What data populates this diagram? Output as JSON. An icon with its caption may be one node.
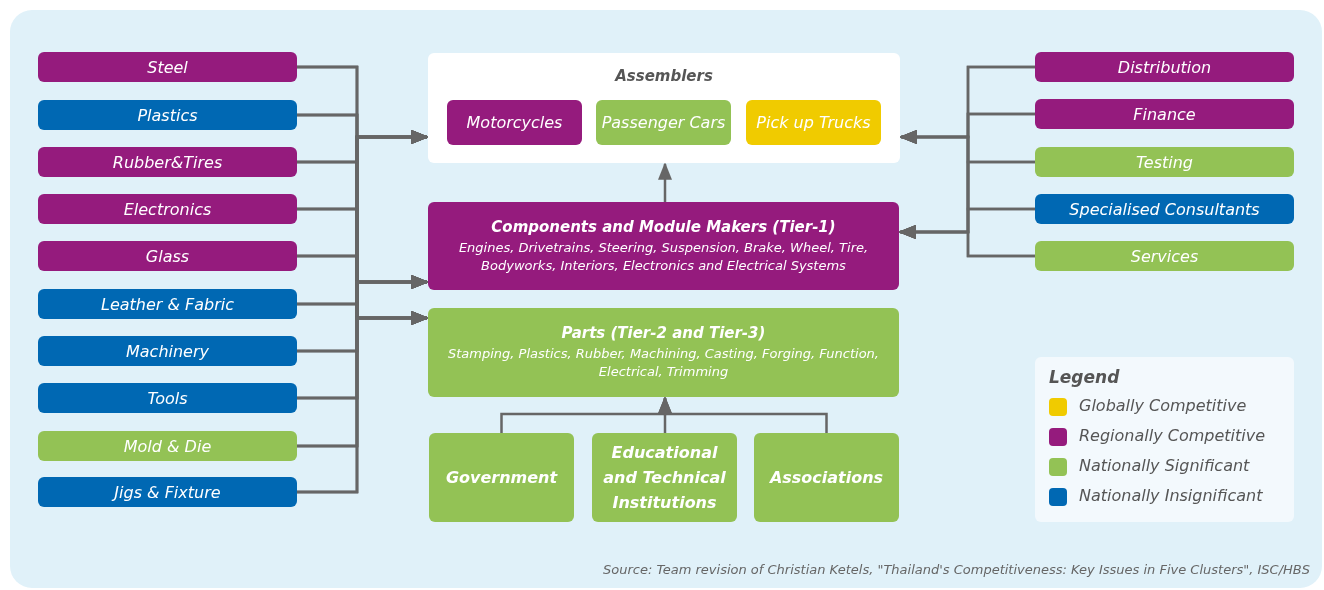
{
  "diagram": {
    "caption": "Source: Team revision of Christian Ketels, \"Thailand's Competitiveness: Key Issues in Five Clusters\", ISC/HBS",
    "nodes": [
      {
        "text": [
          "Steel"
        ]
      },
      {
        "text": [
          "Plastics"
        ]
      },
      {
        "text": [
          "Rubber&Tires"
        ]
      },
      {
        "text": [
          "Electronics"
        ]
      },
      {
        "text": [
          "Glass"
        ]
      },
      {
        "text": [
          "Leather & Fabric"
        ]
      },
      {
        "text": [
          "Machinery"
        ]
      },
      {
        "text": [
          "Tools"
        ]
      },
      {
        "text": [
          "Mold & Die"
        ]
      },
      {
        "text": [
          "Jigs & Fixture"
        ]
      },
      {
        "text": [
          "Assemblers"
        ]
      },
      {
        "text": [
          "Motorcycles"
        ],
        "in": 10
      },
      {
        "text": [
          "Passenger Cars"
        ],
        "in": 10
      },
      {
        "text": [
          "Pick up Trucks"
        ],
        "in": 10
      },
      {
        "text": [
          "Components and Module Makers (Tier-1)",
          "Engines, Drivetrains, Steering, Suspension, Brake, Wheel, Tire, Bodyworks, Interiors, Electronics and Electrical Systems"
        ]
      },
      {
        "text": [
          "Parts (Tier-2 and Tier-3)",
          "Stamping, Plastics, Rubber, Machining, Casting, Forging, Function, Electrical, Trimming"
        ]
      },
      {
        "text": [
          "Government"
        ]
      },
      {
        "text": [
          "Educational and Technical Institutions"
        ]
      },
      {
        "text": [
          "Associations"
        ]
      },
      {
        "text": [
          "Distribution"
        ]
      },
      {
        "text": [
          "Finance"
        ]
      },
      {
        "text": [
          "Testing"
        ]
      },
      {
        "text": [
          "Specialised Consultants"
        ]
      },
      {
        "text": [
          "Services"
        ]
      }
    ],
    "edges": [
      {
        "from": 14,
        "to": 10,
        "arrow": "to"
      },
      {
        "from": 16,
        "to": 15,
        "arrow": "to"
      },
      {
        "from": 17,
        "to": 15,
        "arrow": "to"
      },
      {
        "from": 18,
        "to": 15,
        "arrow": "to"
      },
      {
        "from": 0,
        "to": 10,
        "arrow": "to"
      },
      {
        "from": 0,
        "to": 14,
        "arrow": "to"
      },
      {
        "from": 0,
        "to": 15,
        "arrow": "to"
      },
      {
        "from": 1,
        "to": 10,
        "arrow": "to"
      },
      {
        "from": 1,
        "to": 14,
        "arrow": "to"
      },
      {
        "from": 1,
        "to": 15,
        "arrow": "to"
      },
      {
        "from": 2,
        "to": 10,
        "arrow": "to"
      },
      {
        "from": 2,
        "to": 14,
        "arrow": "to"
      },
      {
        "from": 2,
        "to": 15,
        "arrow": "to"
      },
      {
        "from": 3,
        "to": 10,
        "arrow": "to"
      },
      {
        "from": 3,
        "to": 14,
        "arrow": "to"
      },
      {
        "from": 3,
        "to": 15,
        "arrow": "to"
      },
      {
        "from": 4,
        "to": 10,
        "arrow": "to"
      },
      {
        "from": 4,
        "to": 14,
        "arrow": "to"
      },
      {
        "from": 4,
        "to": 15,
        "arrow": "to"
      },
      {
        "from": 5,
        "to": 10,
        "arrow": "to"
      },
      {
        "from": 5,
        "to": 14,
        "arrow": "to"
      },
      {
        "from": 5,
        "to": 15,
        "arrow": "to"
      },
      {
        "from": 6,
        "to": 10,
        "arrow": "to"
      },
      {
        "from": 6,
        "to": 14,
        "arrow": "to"
      },
      {
        "from": 6,
        "to": 15,
        "arrow": "to"
      },
      {
        "from": 7,
        "to": 10,
        "arrow": "to"
      },
      {
        "from": 7,
        "to": 14,
        "arrow": "to"
      },
      {
        "from": 7,
        "to": 15,
        "arrow": "to"
      },
      {
        "from": 8,
        "to": 10,
        "arrow": "to"
      },
      {
        "from": 8,
        "to": 14,
        "arrow": "to"
      },
      {
        "from": 8,
        "to": 15,
        "arrow": "to"
      },
      {
        "from": 9,
        "to": 10,
        "arrow": "to"
      },
      {
        "from": 9,
        "to": 14,
        "arrow": "to"
      },
      {
        "from": 9,
        "to": 15,
        "arrow": "to"
      },
      {
        "from": 19,
        "to": 10,
        "arrow": "to"
      },
      {
        "from": 19,
        "to": 14,
        "arrow": "to"
      },
      {
        "from": 20,
        "to": 10,
        "arrow": "to"
      },
      {
        "from": 20,
        "to": 14,
        "arrow": "to"
      },
      {
        "from": 21,
        "to": 10,
        "arrow": "to"
      },
      {
        "from": 21,
        "to": 14,
        "arrow": "to"
      },
      {
        "from": 22,
        "to": 10,
        "arrow": "to"
      },
      {
        "from": 22,
        "to": 14,
        "arrow": "to"
      },
      {
        "from": 23,
        "to": 10,
        "arrow": "to"
      },
      {
        "from": 23,
        "to": 14,
        "arrow": "to"
      }
    ],
    "labels": [
      "Legend"
    ],
    "legend": [
      {
        "text": "Globally Competitive",
        "color": "#f0cb00"
      },
      {
        "text": "Regionally Competitive",
        "color": "#951b7d"
      },
      {
        "text": "Nationally Significant",
        "color": "#93c255"
      },
      {
        "text": "Nationally Insignificant",
        "color": "#0068b3"
      }
    ]
  }
}
